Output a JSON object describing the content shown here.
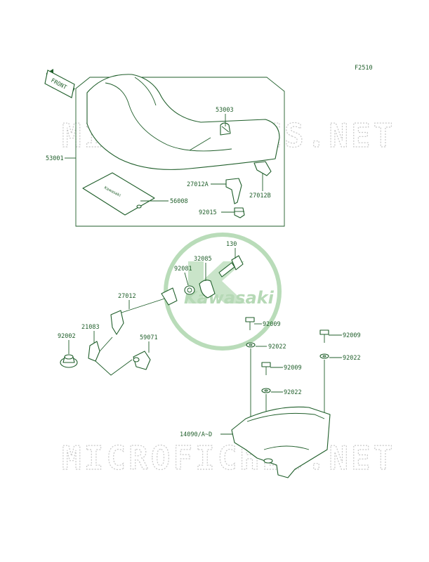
{
  "diagram": {
    "figure_code": "F2510",
    "front_arrow_label": "FRONT",
    "watermark_text": "MICROFICHES.NET",
    "logo_text": "Kawasaki",
    "accent_color": "#1f5e2a",
    "fill_color": "#7bbf7b",
    "labels": {
      "p53003": "53003",
      "p53001": "53001",
      "p27012A": "27012A",
      "p27012B": "27012B",
      "p56008": "56008",
      "p92015": "92015",
      "p130": "130",
      "p32085": "32085",
      "p92081": "92081",
      "p27012": "27012",
      "p21083": "21083",
      "p92002": "92002",
      "p59071": "59071",
      "p92009a": "92009",
      "p92022a": "92022",
      "p92009b": "92009",
      "p92022b": "92022",
      "p92009c": "92009",
      "p92022c": "92022",
      "p14090": "14090/A~D"
    },
    "manual_text": "Kawasaki"
  }
}
